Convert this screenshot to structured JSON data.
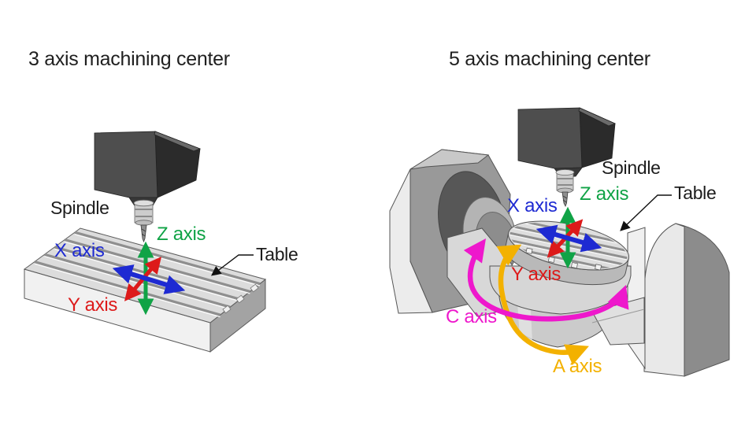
{
  "colors": {
    "x_axis": "#1e2ad2",
    "y_axis": "#dd1a1a",
    "z_axis": "#10a346",
    "c_axis": "#ee18cc",
    "a_axis": "#f3b100",
    "label_text": "#1c1c1c",
    "background": "#ffffff"
  },
  "left_panel": {
    "title": "3 axis machining center",
    "labels": {
      "spindle": "Spindle",
      "x_axis": "X axis",
      "y_axis": "Y axis",
      "z_axis": "Z axis",
      "table": "Table"
    }
  },
  "right_panel": {
    "title": "5 axis machining center",
    "labels": {
      "spindle": "Spindle",
      "x_axis": "X axis",
      "y_axis": "Y axis",
      "z_axis": "Z axis",
      "c_axis": "C axis",
      "a_axis": "A axis",
      "table": "Table"
    }
  }
}
